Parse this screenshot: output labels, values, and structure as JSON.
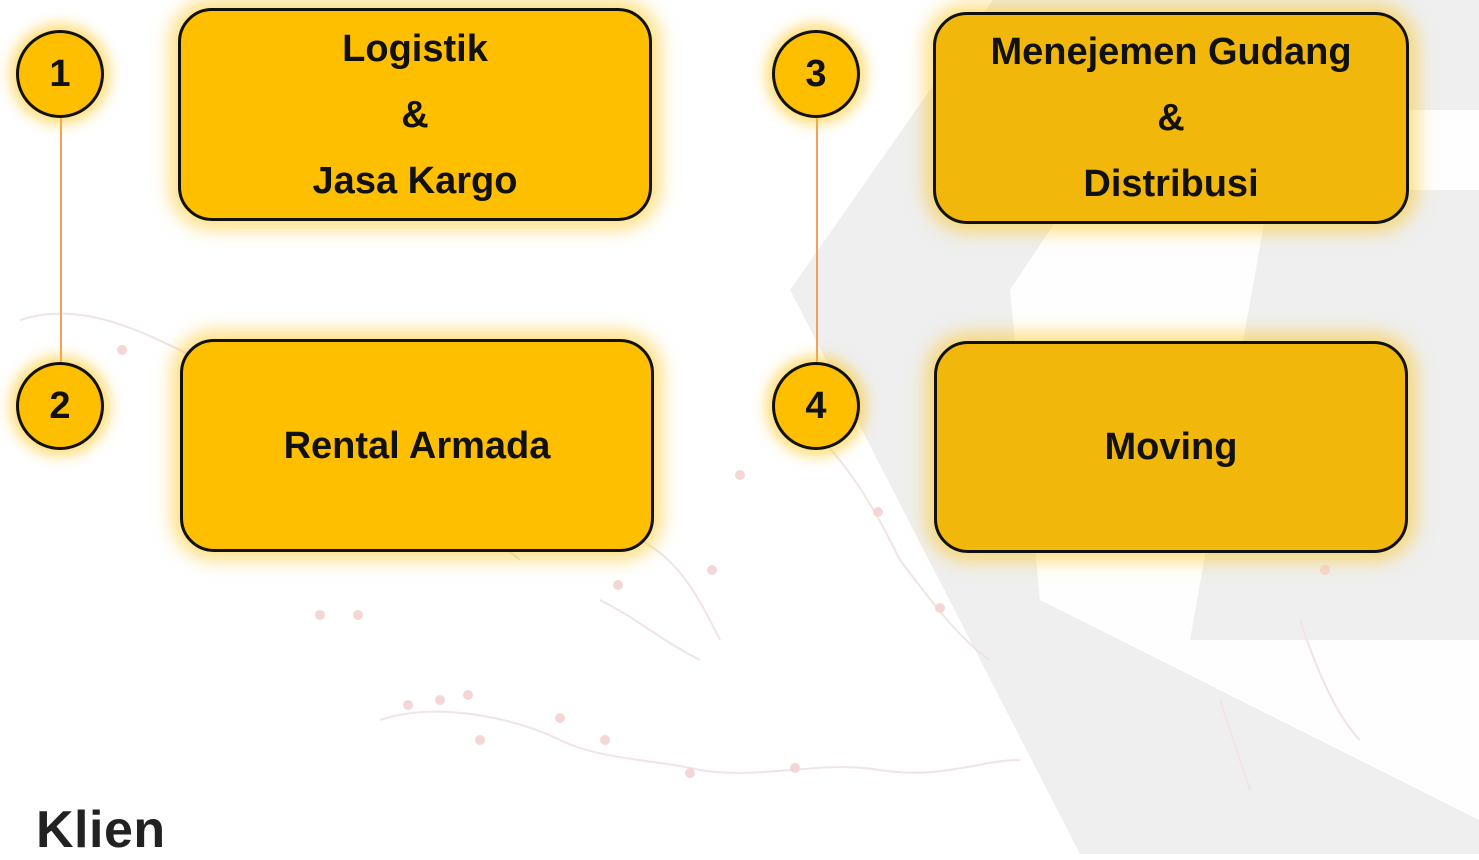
{
  "services": [
    {
      "number": "1",
      "lines": [
        "Logistik",
        "&",
        "Jasa Kargo"
      ]
    },
    {
      "number": "2",
      "lines": [
        "Rental Armada"
      ]
    },
    {
      "number": "3",
      "lines": [
        "Menejemen Gudang",
        "&",
        "Distribusi"
      ]
    },
    {
      "number": "4",
      "lines": [
        "Moving"
      ]
    }
  ],
  "section_heading": "Klien",
  "colors": {
    "accent": "#fdbf00",
    "connector": "#f2a15c",
    "outline": "#111111",
    "watermark": "#e6e6e6"
  }
}
